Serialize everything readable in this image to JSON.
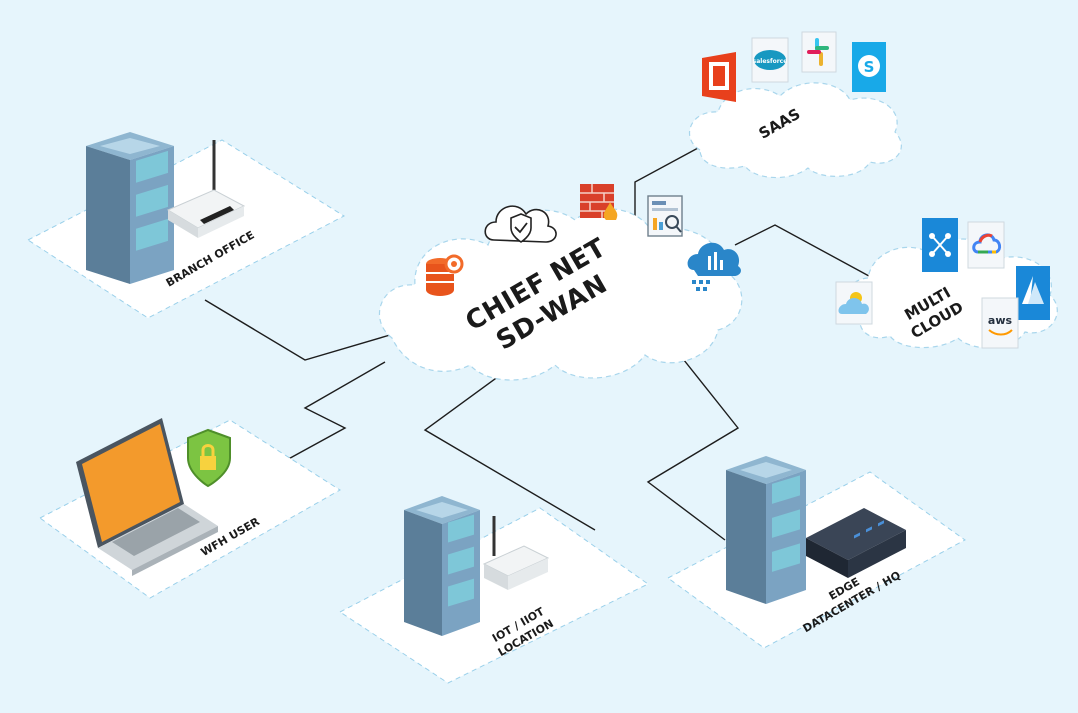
{
  "hub": {
    "line1": "CHIEF NET",
    "line2": "SD-WAN"
  },
  "sites": {
    "branch": "BRANCH OFFICE",
    "wfh": "WFH USER",
    "iot_line1": "IOT / IIOT",
    "iot_line2": "LOCATION",
    "edge_line1": "EDGE",
    "edge_line2": "DATACENTER / HQ"
  },
  "clouds": {
    "saas": "SAAS",
    "multi_line1": "MULTI",
    "multi_line2": "CLOUD"
  },
  "logos": {
    "salesforce": "salesforce",
    "skype": "S",
    "aws": "aws"
  },
  "colors": {
    "background": "#e6f5fc",
    "accent_orange": "#f26b2a",
    "office_red": "#e8401c",
    "azure_blue": "#1a88d8",
    "skype_blue": "#18a9e8",
    "server_steel": "#5b7e99",
    "server_teal": "#7ec7d8",
    "laptop_screen": "#f39a2c",
    "shield_green": "#7cc442"
  },
  "icons": [
    "office-icon",
    "salesforce-icon",
    "slack-icon",
    "skype-icon",
    "database-gear-icon",
    "cloud-shield-icon",
    "firewall-icon",
    "analytics-monitor-icon",
    "cloud-chart-icon",
    "cloud-sun-icon",
    "network-icon",
    "google-cloud-icon",
    "azure-icon",
    "aws-icon",
    "server-tower-icon",
    "wifi-router-icon",
    "laptop-icon",
    "security-shield-icon",
    "rack-server-icon"
  ]
}
